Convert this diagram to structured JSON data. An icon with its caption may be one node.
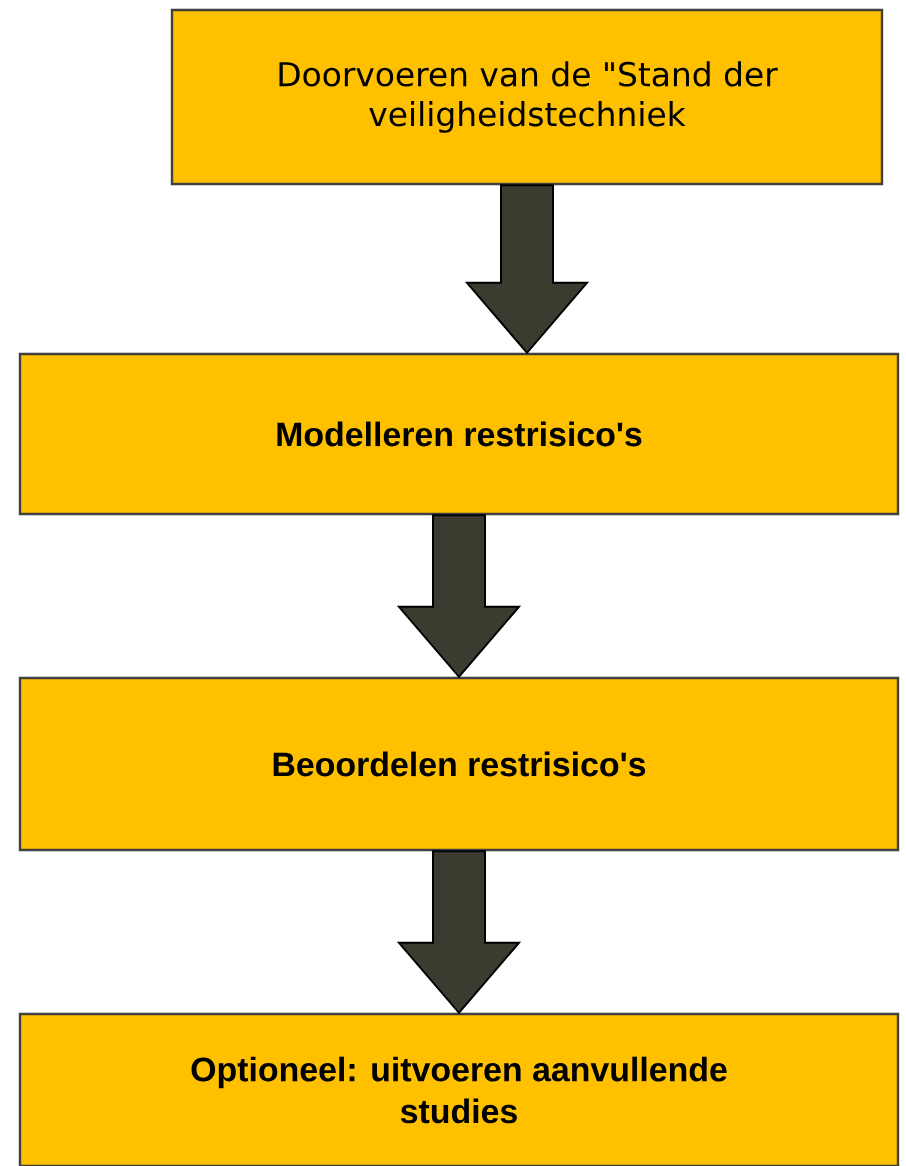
{
  "diagram": {
    "nodes": [
      {
        "text": [
          "Doorvoeren van de \"Stand der veiligheidstechniek"
        ]
      },
      {
        "text": [
          "Modelleren restrisico's"
        ]
      },
      {
        "text": [
          "Beoordelen restrisico's"
        ]
      },
      {
        "text": [
          "Optioneel: uitvoeren aanvullende studies"
        ]
      }
    ],
    "edges": [
      {
        "from": 0,
        "to": 1,
        "arrow": "to"
      },
      {
        "from": 1,
        "to": 2,
        "arrow": "to"
      },
      {
        "from": 2,
        "to": 3,
        "arrow": "to"
      }
    ]
  }
}
